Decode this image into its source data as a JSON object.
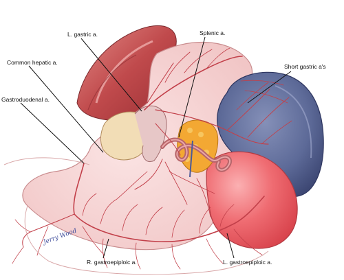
{
  "labels": {
    "l_gastric": "L. gastric a.",
    "splenic": "Splenic a.",
    "common_hepatic": "Common hepatic a.",
    "short_gastric": "Short gastric a's",
    "gastroduodenal": "Gastroduodenal a.",
    "r_gastroepiploic": "R. gastroepiploic a.",
    "l_gastroepiploic": "L. gastroepiploic a."
  },
  "signature": "Jerry Wood",
  "icons": [
    "stomach",
    "spleen",
    "pancreas",
    "kidney",
    "liver",
    "celiac-trunk"
  ],
  "colors": {
    "stomach": "#f6d4d4",
    "vessel": "#c2404a",
    "spleen": "#5d6a98",
    "kidney": "#e85a62",
    "liver": "#c44e50",
    "pancreas": "#f3a833",
    "duodenum": "#f2ddb6"
  }
}
